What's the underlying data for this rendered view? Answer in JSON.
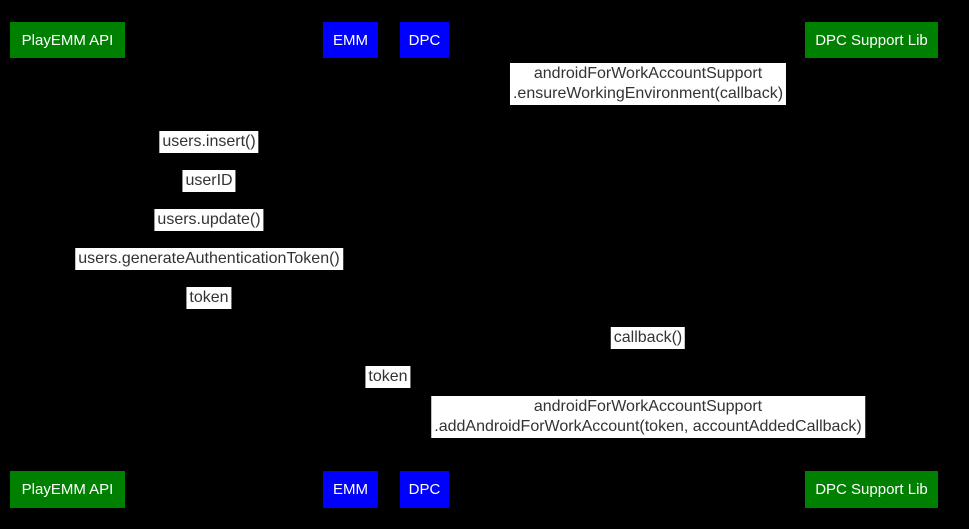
{
  "colors": {
    "background": "#000000",
    "actor_green": "#008000",
    "actor_blue": "#0000ff",
    "actor_text": "#ffffff",
    "label_background": "#ffffff",
    "label_text": "#333333"
  },
  "actors": {
    "playemm_api": "PlayEMM API",
    "emm": "EMM",
    "dpc": "DPC",
    "dpc_support_lib": "DPC Support Lib"
  },
  "messages": {
    "ensure_working_environment": {
      "line1": "androidForWorkAccountSupport",
      "line2": ".ensureWorkingEnvironment(callback)"
    },
    "users_insert": "users.insert()",
    "user_id": "userID",
    "users_update": "users.update()",
    "users_generate_authentication_token": "users.generateAuthenticationToken()",
    "token_return": "token",
    "callback": "callback()",
    "token_to_dpc": "token",
    "add_android_for_work_account": {
      "line1": "androidForWorkAccountSupport",
      "line2": ".addAndroidForWorkAccount(token, accountAddedCallback)"
    }
  }
}
